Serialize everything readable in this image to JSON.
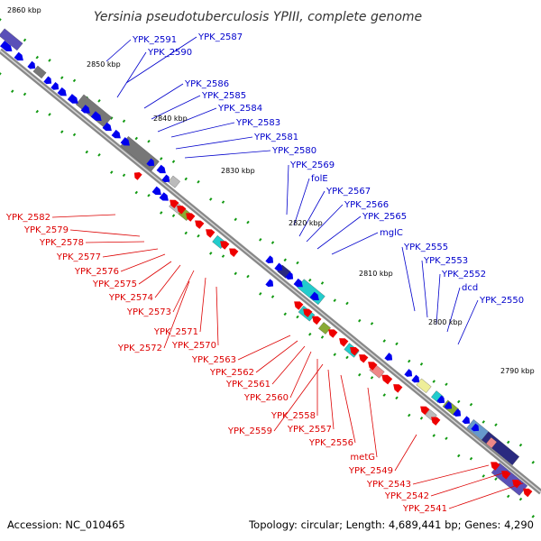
{
  "title": "Yersinia pseudotuberculosis YPIII, complete genome",
  "accession": "Accession: NC_010465",
  "topology": "Topology: circular; Length: 4,689,441 bp; Genes: 4,290",
  "kbp_ticks": [
    "2860 kbp",
    "2850 kbp",
    "2840 kbp",
    "2830 kbp",
    "2820 kbp",
    "2810 kbp",
    "2800 kbp",
    "2790 kbp"
  ],
  "colors": {
    "forward_cds": "#0000ee",
    "reverse_cds": "#ee0000",
    "backbone": "#888888",
    "tick": "#119911",
    "forward_label": "#0000cc",
    "reverse_label": "#dd0000",
    "cog_gray": "#777777",
    "cog_cyan": "#22cccc",
    "cog_navy": "#2a2a80",
    "cog_purple": "#5a50b8",
    "cog_yellow": "#eeee99",
    "cog_olive": "#88aa33",
    "cog_pink": "#ee8888"
  },
  "forward_labels": [
    "YPK_2591",
    "YPK_2587",
    "YPK_2590",
    "YPK_2586",
    "YPK_2585",
    "YPK_2584",
    "YPK_2583",
    "YPK_2581",
    "YPK_2580",
    "YPK_2569",
    "folE",
    "YPK_2567",
    "YPK_2566",
    "YPK_2565",
    "mglC",
    "YPK_2555",
    "YPK_2553",
    "YPK_2552",
    "dcd",
    "YPK_2550"
  ],
  "reverse_labels": [
    "YPK_2582",
    "YPK_2579",
    "YPK_2578",
    "YPK_2577",
    "YPK_2576",
    "YPK_2575",
    "YPK_2574",
    "YPK_2573",
    "YPK_2571",
    "YPK_2572",
    "YPK_2570",
    "YPK_2563",
    "YPK_2562",
    "YPK_2561",
    "YPK_2560",
    "YPK_2558",
    "YPK_2559",
    "YPK_2557",
    "YPK_2556",
    "metG",
    "YPK_2549",
    "YPK_2543",
    "YPK_2542",
    "YPK_2541"
  ]
}
